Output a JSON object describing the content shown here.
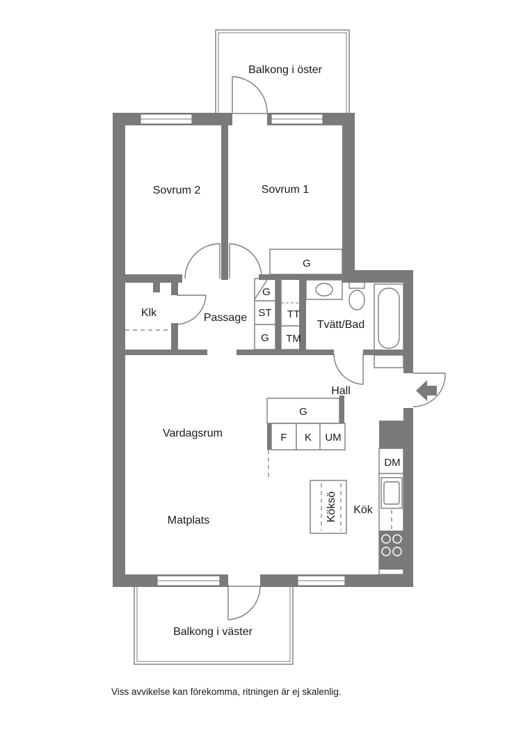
{
  "rooms": {
    "balcony_east": "Balkong i öster",
    "bedroom_2": "Sovrum 2",
    "bedroom_1": "Sovrum 1",
    "closet": "Klk",
    "passage": "Passage",
    "laundry_bath": "Tvätt/Bad",
    "hall": "Hall",
    "living_room": "Vardagsrum",
    "dining": "Matplats",
    "kitchen": "Kök",
    "kitchen_island": "Köksö",
    "balcony_west": "Balkong i väster"
  },
  "fixtures": {
    "wardrobe_bedroom1": "G",
    "wardrobe_passage_top": "G",
    "storage_passage": "ST",
    "wardrobe_passage_bottom": "G",
    "dryer": "TT",
    "washer": "TM",
    "wardrobe_hall": "G",
    "fridge": "F",
    "freezer": "K",
    "microwave": "UM",
    "dishwasher": "DM"
  },
  "disclaimer": "Viss avvikelse kan förekomma, ritningen är ej skalenlig."
}
